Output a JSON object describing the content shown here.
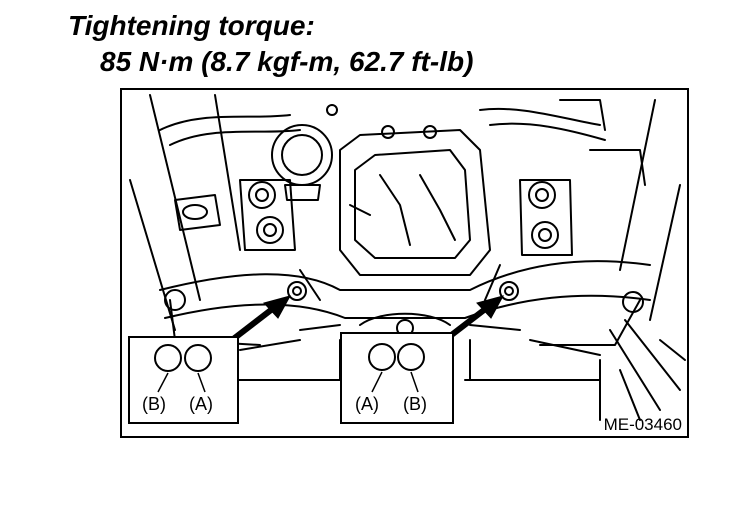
{
  "heading": "Tightening torque:",
  "torque_spec": "85 N·m (8.7 kgf-m, 62.7 ft-lb)",
  "figure": {
    "callout_left": {
      "label_first": "(B)",
      "label_second": "(A)"
    },
    "callout_right": {
      "label_first": "(A)",
      "label_second": "(B)"
    },
    "figure_code": "ME-03460"
  }
}
